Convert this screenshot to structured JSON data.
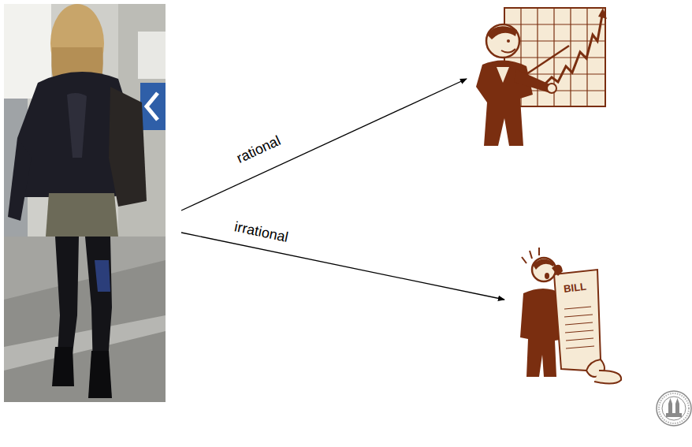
{
  "diagram": {
    "labels": [
      "rational",
      "irrational",
      "BILL"
    ]
  }
}
